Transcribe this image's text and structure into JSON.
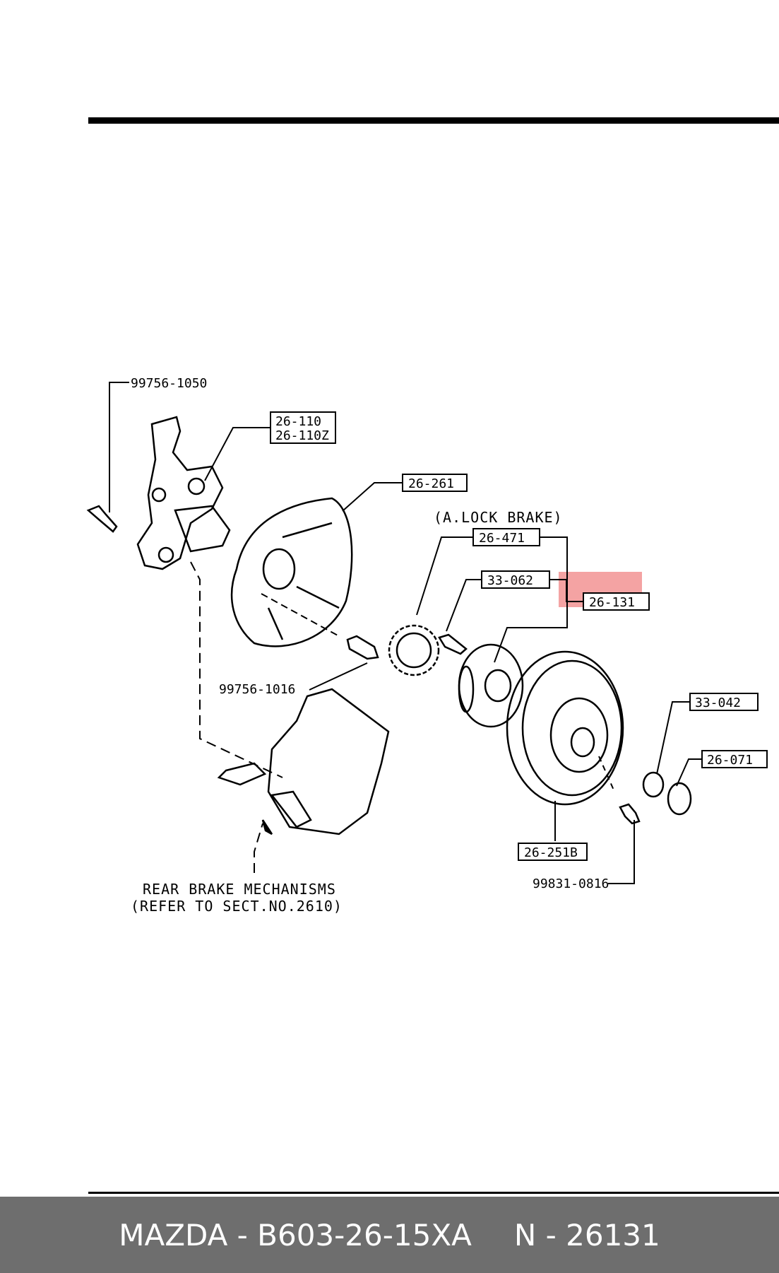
{
  "labels": {
    "bolt_top": "99756-1050",
    "knuckle_a": "26-110",
    "knuckle_b": "26-110Z",
    "dust_cover": "26-261",
    "abs_note": "(A.LOCK BRAKE)",
    "sensor_ring": "26-471",
    "hub_bolt": "33-062",
    "hub": "26-131",
    "bolt_mid": "99756-1016",
    "nut": "33-042",
    "cap": "26-071",
    "disc": "26-251B",
    "screw": "99831-0816",
    "mech_line1": "REAR BRAKE MECHANISMS",
    "mech_line2": "(REFER TO SECT.NO.2610)"
  },
  "highlight_color": "#f4a3a3",
  "footer": {
    "part": "MAZDA - B603-26-15XA",
    "number": "N - 26131"
  }
}
